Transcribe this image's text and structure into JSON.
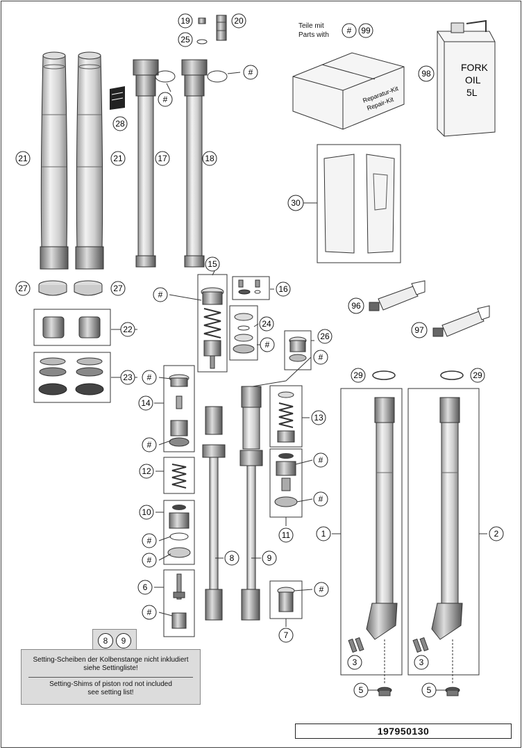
{
  "header": {
    "kit_text_de": "Teile mit",
    "kit_text_en": "Parts with",
    "kit_callout": "#",
    "kit_number": "99",
    "repair_kit_line1": "Reparatur-Kit",
    "repair_kit_line2": "Repair-Kit",
    "oil_line1": "FORK",
    "oil_line2": "OIL",
    "oil_line3": "5L"
  },
  "note": {
    "refs": [
      "8",
      "9"
    ],
    "text_de_1": "Setting-Scheiben der Kolbenstange nicht inkludiert",
    "text_de_2": "siehe Settingliste!",
    "text_en_1": "Setting-Shims of piston rod not included",
    "text_en_2": "see setting list!"
  },
  "document_number": "197950130",
  "callouts": {
    "c19": "19",
    "c20": "20",
    "c25": "25",
    "c21a": "21",
    "c21b": "21",
    "c28": "28",
    "c17": "17",
    "c18": "18",
    "c98": "98",
    "c30": "30",
    "c27a": "27",
    "c27b": "27",
    "c15": "15",
    "c16": "16",
    "c22": "22",
    "c23": "23",
    "c24": "24",
    "c26": "26",
    "c96": "96",
    "c97": "97",
    "c14": "14",
    "c13": "13",
    "c29a": "29",
    "c29b": "29",
    "c12": "12",
    "c11": "11",
    "c10": "10",
    "c8": "8",
    "c9": "9",
    "c1": "1",
    "c2": "2",
    "c6": "6",
    "c7": "7",
    "c3a": "3",
    "c3b": "3",
    "c5a": "5",
    "c5b": "5",
    "hash": "#"
  }
}
